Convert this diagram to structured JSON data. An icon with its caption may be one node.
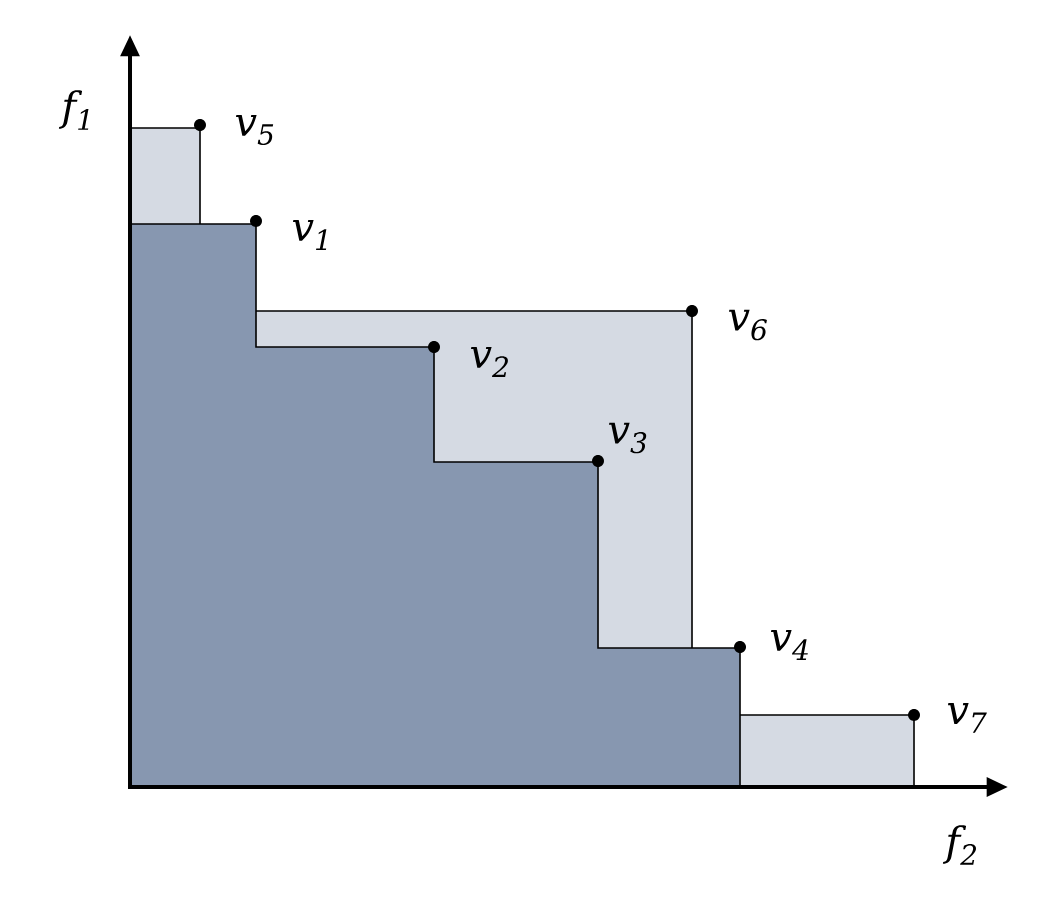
{
  "diagram": {
    "labels": [
      "f$_{1}$",
      "v$_{5}$",
      "v$_{1}$",
      "v$_{6}$",
      "v$_{2}$",
      "v$_{3}$",
      "v$_{4}$",
      "v$_{7}$",
      "f$_{2}$"
    ]
  }
}
